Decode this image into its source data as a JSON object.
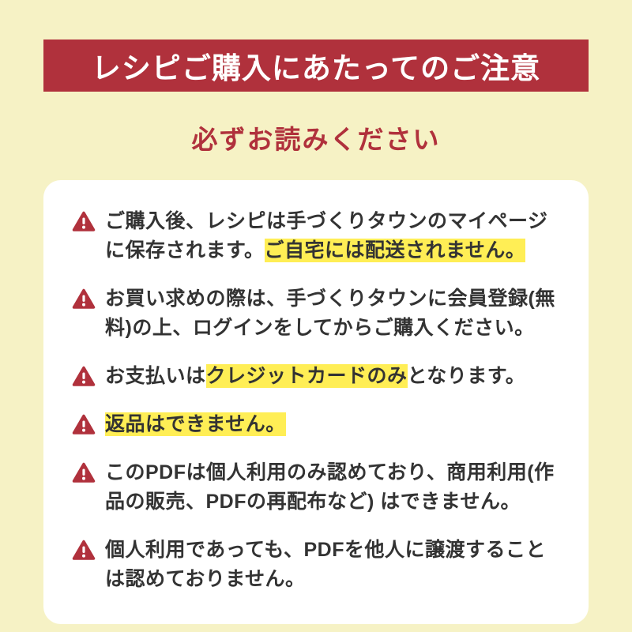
{
  "colors": {
    "background": "#f6f2c5",
    "accent_red": "#b0313c",
    "highlight_yellow": "#ffee55",
    "card_white": "#ffffff",
    "text": "#333333"
  },
  "banner": {
    "title": "レシピご購入にあたってのご注意"
  },
  "subtitle": "必ずお読みください",
  "warning_icon": "red-triangle-exclamation",
  "notices": [
    {
      "segments": [
        {
          "text": "ご購入後、レシピは手づくりタウンのマイページに保存されます。",
          "highlight": false
        },
        {
          "text": "ご自宅には配送されません。",
          "highlight": true
        }
      ]
    },
    {
      "segments": [
        {
          "text": "お買い求めの際は、手づくりタウンに会員登録(無料)の上、ログインをしてからご購入ください。",
          "highlight": false
        }
      ]
    },
    {
      "segments": [
        {
          "text": "お支払いは",
          "highlight": false
        },
        {
          "text": "クレジットカードのみ",
          "highlight": true
        },
        {
          "text": "となります。",
          "highlight": false
        }
      ]
    },
    {
      "segments": [
        {
          "text": "返品はできません。",
          "highlight": true
        }
      ]
    },
    {
      "segments": [
        {
          "text": "このPDFは個人利用のみ認めており、商用利用(作品の販売、PDFの再配布など) はできません。",
          "highlight": false
        }
      ]
    },
    {
      "segments": [
        {
          "text": "個人利用であっても、PDFを他人に譲渡することは認めておりません。",
          "highlight": false
        }
      ]
    }
  ]
}
